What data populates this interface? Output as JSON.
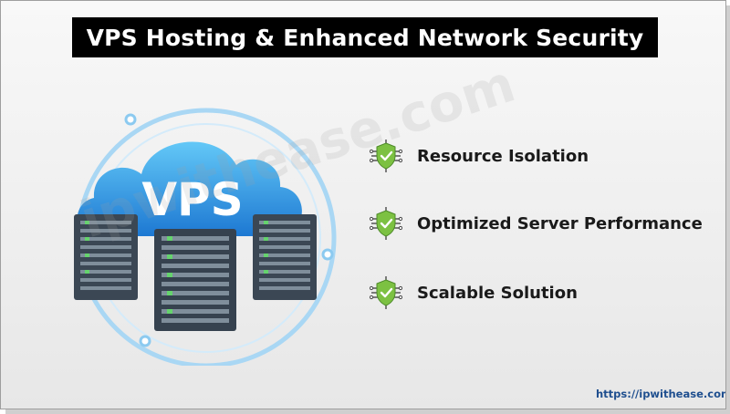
{
  "title": "VPS Hosting & Enhanced Network Security",
  "illustration": {
    "cloud_label": "VPS",
    "colors": {
      "cloud_light": "#5fc3f5",
      "cloud_dark": "#1f7fd6",
      "ring": "#a7d5f3",
      "server": "#3c4856",
      "server_slot": "#7e8c99",
      "led": "#63d16b"
    }
  },
  "watermark": "ipwithease.com",
  "features": [
    {
      "label": "Resource Isolation",
      "icon": "shield-check-icon"
    },
    {
      "label": "Optimized Server Performance",
      "icon": "shield-check-icon"
    },
    {
      "label": "Scalable Solution",
      "icon": "shield-check-icon"
    }
  ],
  "icon_colors": {
    "shield": "#7cc142",
    "check": "#ffffff",
    "circuit": "#4a4a4a"
  },
  "footer": {
    "url": "https://ipwithease.com"
  }
}
